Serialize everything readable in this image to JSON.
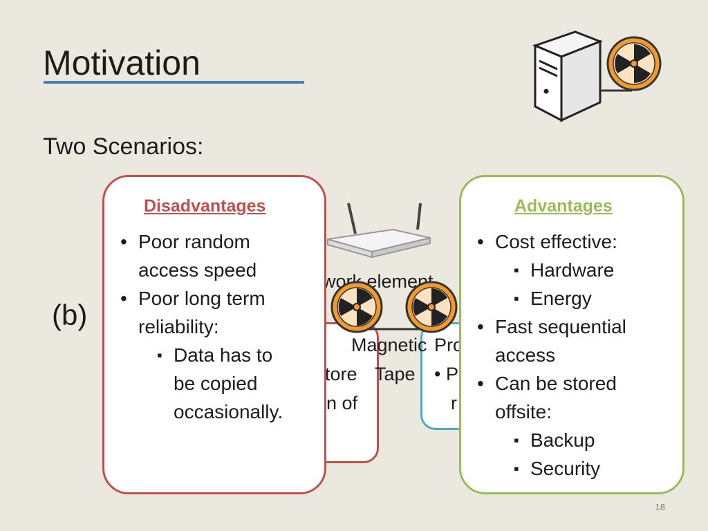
{
  "slide": {
    "title": "Motivation",
    "subtitle": "Two Scenarios:",
    "page_number": "18",
    "scenario_label": "(b)"
  },
  "background_fragments": {
    "network_element": "work element",
    "magnetic": "Magnetic",
    "tape": "Tape",
    "store": "tore",
    "of": "n of",
    "pro": "Pro",
    "bullet_p": "• P",
    "r": "r"
  },
  "disadvantages": {
    "heading": "Disadvantages",
    "items": [
      {
        "kind": "bullet",
        "text": "Poor random"
      },
      {
        "kind": "cont",
        "text": "access speed"
      },
      {
        "kind": "bullet",
        "text": "Poor long term"
      },
      {
        "kind": "cont",
        "text": "reliability:"
      },
      {
        "kind": "sub",
        "text": "Data has to"
      },
      {
        "kind": "subcont",
        "text": "be copied"
      },
      {
        "kind": "subcont",
        "text": "occasionally."
      }
    ]
  },
  "advantages": {
    "heading": "Advantages",
    "items": [
      {
        "kind": "bullet",
        "text": "Cost effective:"
      },
      {
        "kind": "sub",
        "text": "Hardware"
      },
      {
        "kind": "sub",
        "text": "Energy"
      },
      {
        "kind": "bullet",
        "text": "Fast sequential"
      },
      {
        "kind": "cont",
        "text": "access"
      },
      {
        "kind": "bullet",
        "text": "Can be stored"
      },
      {
        "kind": "cont",
        "text": "offsite:"
      },
      {
        "kind": "sub",
        "text": "Backup"
      },
      {
        "kind": "sub",
        "text": "Security"
      }
    ]
  },
  "colors": {
    "disadvantages": "#c0504d",
    "advantages": "#9bbb59",
    "title_rule": "#4a7ebb",
    "tape_reel": "#f29a2e",
    "info_box": "#4bacc6"
  },
  "icons": [
    "server-icon",
    "tape-reel-icon",
    "router-icon"
  ]
}
